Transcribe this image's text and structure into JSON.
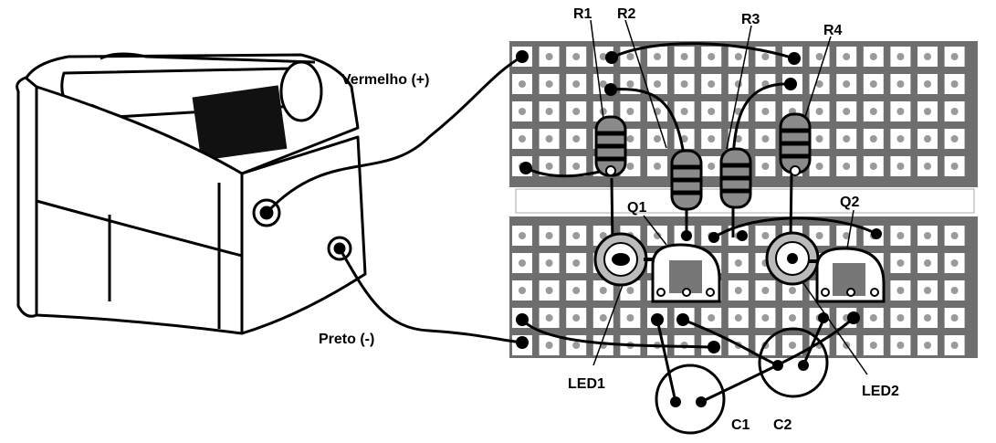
{
  "labels": {
    "positive_wire": "Vermelho (+)",
    "negative_wire": "Preto (-)",
    "r1": "R1",
    "r2": "R2",
    "r3": "R3",
    "r4": "R4",
    "q1": "Q1",
    "q2": "Q2",
    "led1": "LED1",
    "led2": "LED2",
    "c1": "C1",
    "c2": "C2"
  },
  "colors": {
    "board": "#6e6e6e",
    "pad": "#ffffff",
    "ink": "#000000",
    "resistor_body": "#8a8a8a"
  }
}
